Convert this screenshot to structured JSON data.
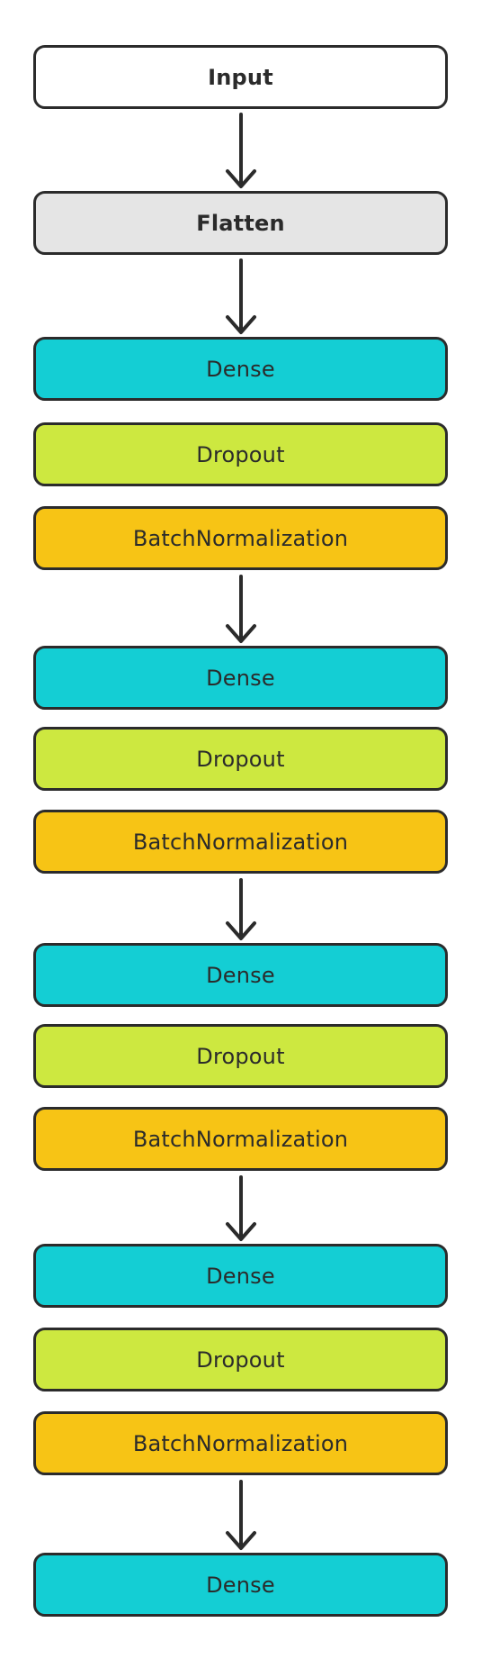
{
  "colors": {
    "input": "#ffffff",
    "flatten": "#e5e5e5",
    "dense": "#14ced4",
    "dropout": "#cde840",
    "batchnorm": "#f7c415",
    "border": "#2b2b2b"
  },
  "layers": [
    {
      "label": "Input",
      "kind": "input"
    },
    {
      "label": "Flatten",
      "kind": "flatten"
    },
    {
      "label": "Dense",
      "kind": "dense"
    },
    {
      "label": "Dropout",
      "kind": "dropout"
    },
    {
      "label": "BatchNormalization",
      "kind": "batchnorm"
    },
    {
      "label": "Dense",
      "kind": "dense"
    },
    {
      "label": "Dropout",
      "kind": "dropout"
    },
    {
      "label": "BatchNormalization",
      "kind": "batchnorm"
    },
    {
      "label": "Dense",
      "kind": "dense"
    },
    {
      "label": "Dropout",
      "kind": "dropout"
    },
    {
      "label": "BatchNormalization",
      "kind": "batchnorm"
    },
    {
      "label": "Dense",
      "kind": "dense"
    },
    {
      "label": "Dropout",
      "kind": "dropout"
    },
    {
      "label": "BatchNormalization",
      "kind": "batchnorm"
    },
    {
      "label": "Dense",
      "kind": "dense"
    }
  ]
}
